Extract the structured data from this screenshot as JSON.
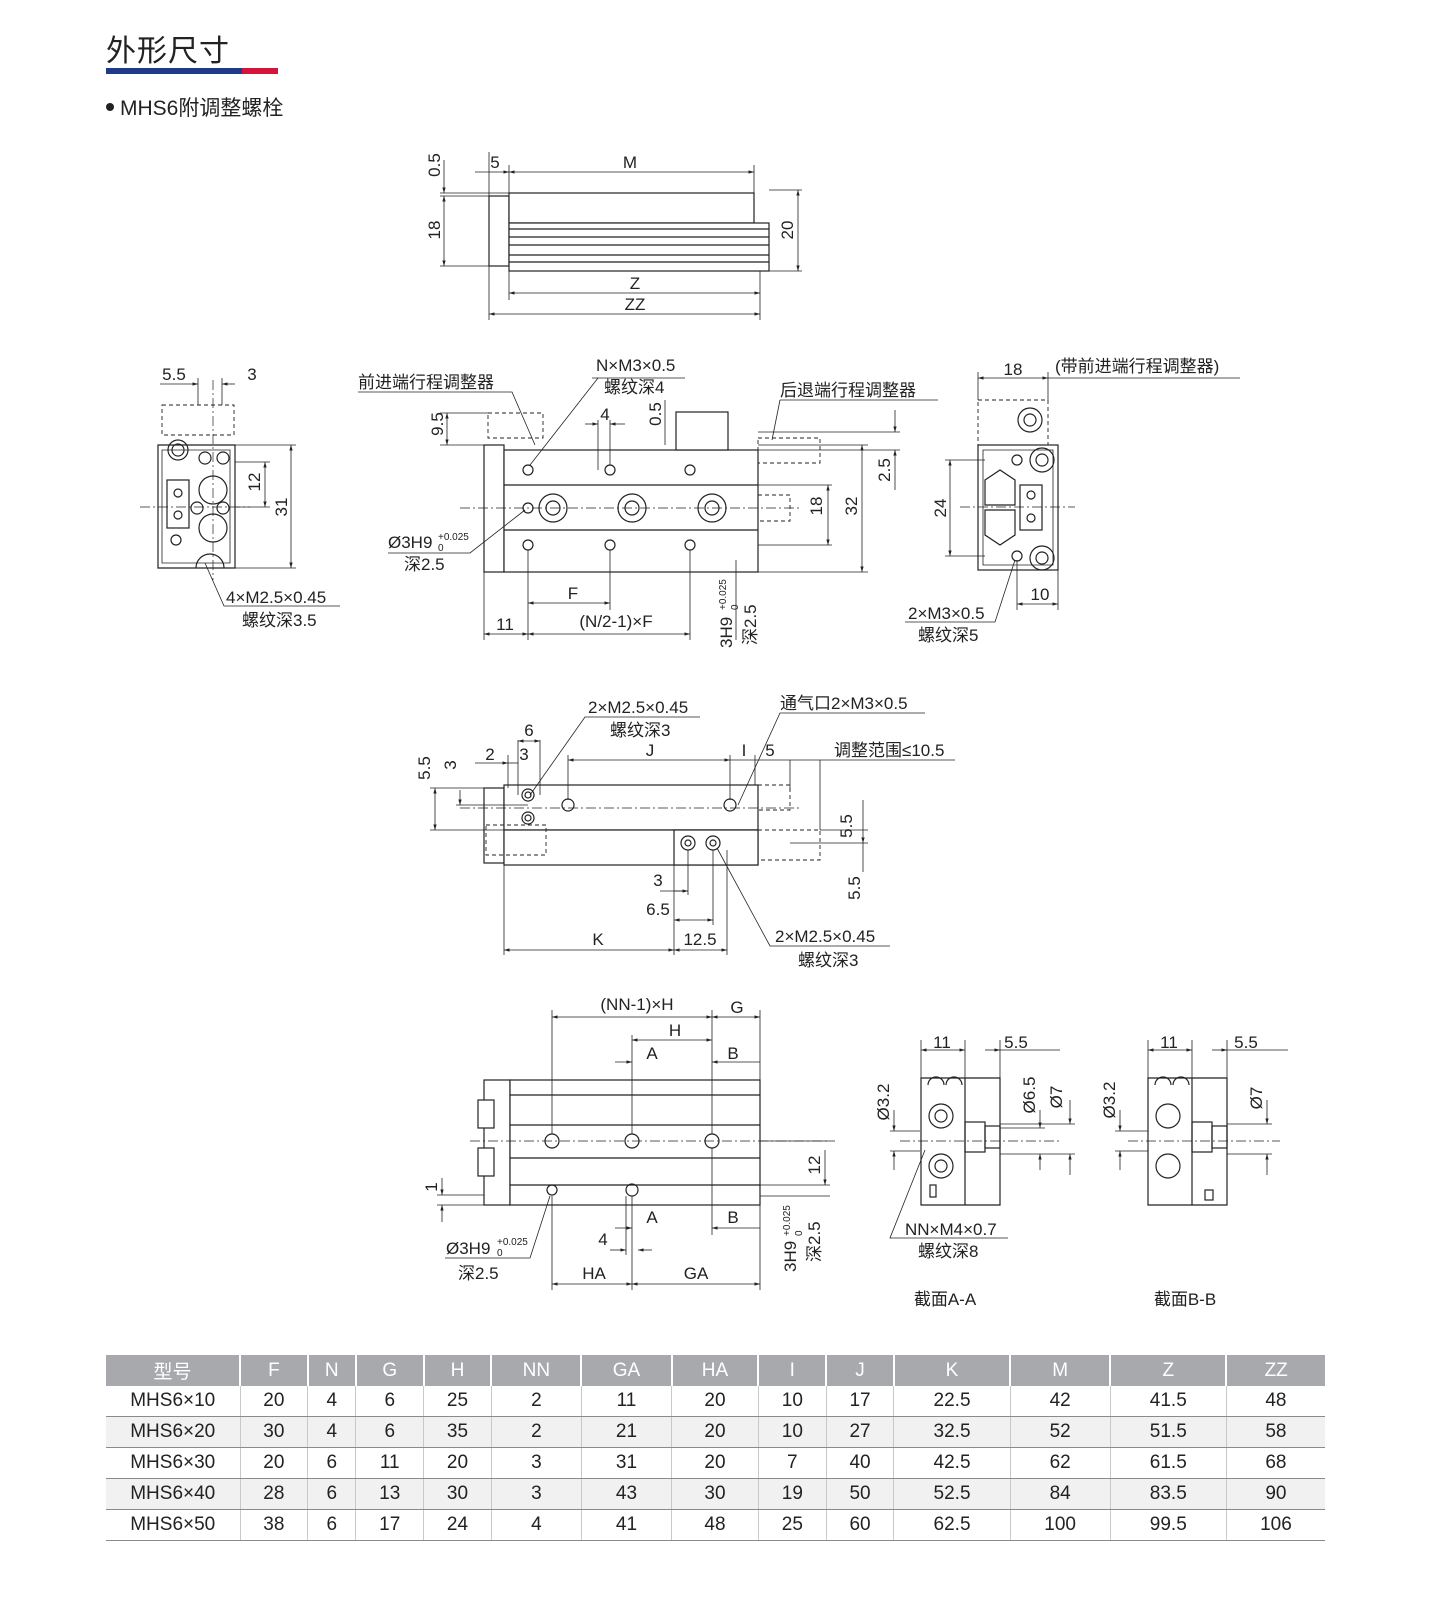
{
  "header": {
    "title": "外形尺寸",
    "subtitle": "MHS6附调整螺栓"
  },
  "colors": {
    "bar_blue": "#1e3a8a",
    "bar_red": "#d6143b",
    "table_header": "#a7a9ac"
  },
  "views": {
    "top": {
      "d05": "0.5",
      "d5": "5",
      "dM": "M",
      "d18": "18",
      "d20": "20",
      "dZ": "Z",
      "dZZ": "ZZ"
    },
    "left": {
      "d55": "5.5",
      "d3": "3",
      "d12": "12",
      "d31": "31",
      "thread": "4×M2.5×0.45",
      "depth": "螺纹深3.5"
    },
    "front": {
      "fwd_adjuster": "前进端行程调整器",
      "rear_adjuster": "后退端行程调整器",
      "thread": "N×M3×0.5",
      "thread_depth": "螺纹深4",
      "d95": "9.5",
      "d4": "4",
      "d05": "0.5",
      "d25": "2.5",
      "d18": "18",
      "d32": "32",
      "hole": "Ø3H9",
      "tol_up": "+0.025",
      "tol_low": "0",
      "hole_depth": "深2.5",
      "dF": "F",
      "d11": "11",
      "dN2F": "(N/2-1)×F",
      "v_hole": "3H9",
      "v_depth": "深2.5"
    },
    "right": {
      "d18": "18",
      "with_adjuster": "(带前进端行程调整器)",
      "d24": "24",
      "d10": "10",
      "thread": "2×M3×0.5",
      "depth": "螺纹深5"
    },
    "bottom1": {
      "thread_top": "2×M2.5×0.45",
      "depth_top": "螺纹深3",
      "port": "通气口2×M3×0.5",
      "range": "调整范围≤10.5",
      "d6": "6",
      "d2": "2",
      "d3": "3",
      "dJ": "J",
      "dI": "I",
      "d5": "5",
      "d55a": "5.5",
      "d3v": "3",
      "d55b": "5.5",
      "d55c": "5.5",
      "d3b": "3",
      "d65": "6.5",
      "dK": "K",
      "d125": "12.5",
      "thread_bot": "2×M2.5×0.45",
      "depth_bot": "螺纹深3"
    },
    "bottom2": {
      "dNNH": "(NN-1)×H",
      "dG": "G",
      "dH": "H",
      "dA": "A",
      "dB": "B",
      "d1": "1",
      "d12": "12",
      "hole": "Ø3H9",
      "tol_up": "+0.025",
      "tol_low": "0",
      "hole_depth": "深2.5",
      "d4": "4",
      "dHA": "HA",
      "dGA": "GA",
      "v_hole": "3H9",
      "v_depth": "深2.5"
    },
    "sectionA": {
      "d11": "11",
      "d55": "5.5",
      "d32": "Ø3.2",
      "d65": "Ø6.5",
      "d7": "Ø7",
      "thread": "NN×M4×0.7",
      "depth": "螺纹深8",
      "caption": "截面A-A"
    },
    "sectionB": {
      "d11": "11",
      "d55": "5.5",
      "d32": "Ø3.2",
      "d7": "Ø7",
      "caption": "截面B-B"
    }
  },
  "table": {
    "headers": [
      "型号",
      "F",
      "N",
      "G",
      "H",
      "NN",
      "GA",
      "HA",
      "I",
      "J",
      "K",
      "M",
      "Z",
      "ZZ"
    ],
    "rows": [
      [
        "MHS6×10",
        "20",
        "4",
        "6",
        "25",
        "2",
        "11",
        "20",
        "10",
        "17",
        "22.5",
        "42",
        "41.5",
        "48"
      ],
      [
        "MHS6×20",
        "30",
        "4",
        "6",
        "35",
        "2",
        "21",
        "20",
        "10",
        "27",
        "32.5",
        "52",
        "51.5",
        "58"
      ],
      [
        "MHS6×30",
        "20",
        "6",
        "11",
        "20",
        "3",
        "31",
        "20",
        "7",
        "40",
        "42.5",
        "62",
        "61.5",
        "68"
      ],
      [
        "MHS6×40",
        "28",
        "6",
        "13",
        "30",
        "3",
        "43",
        "30",
        "19",
        "50",
        "52.5",
        "84",
        "83.5",
        "90"
      ],
      [
        "MHS6×50",
        "38",
        "6",
        "17",
        "24",
        "4",
        "41",
        "48",
        "25",
        "60",
        "62.5",
        "100",
        "99.5",
        "106"
      ]
    ]
  }
}
